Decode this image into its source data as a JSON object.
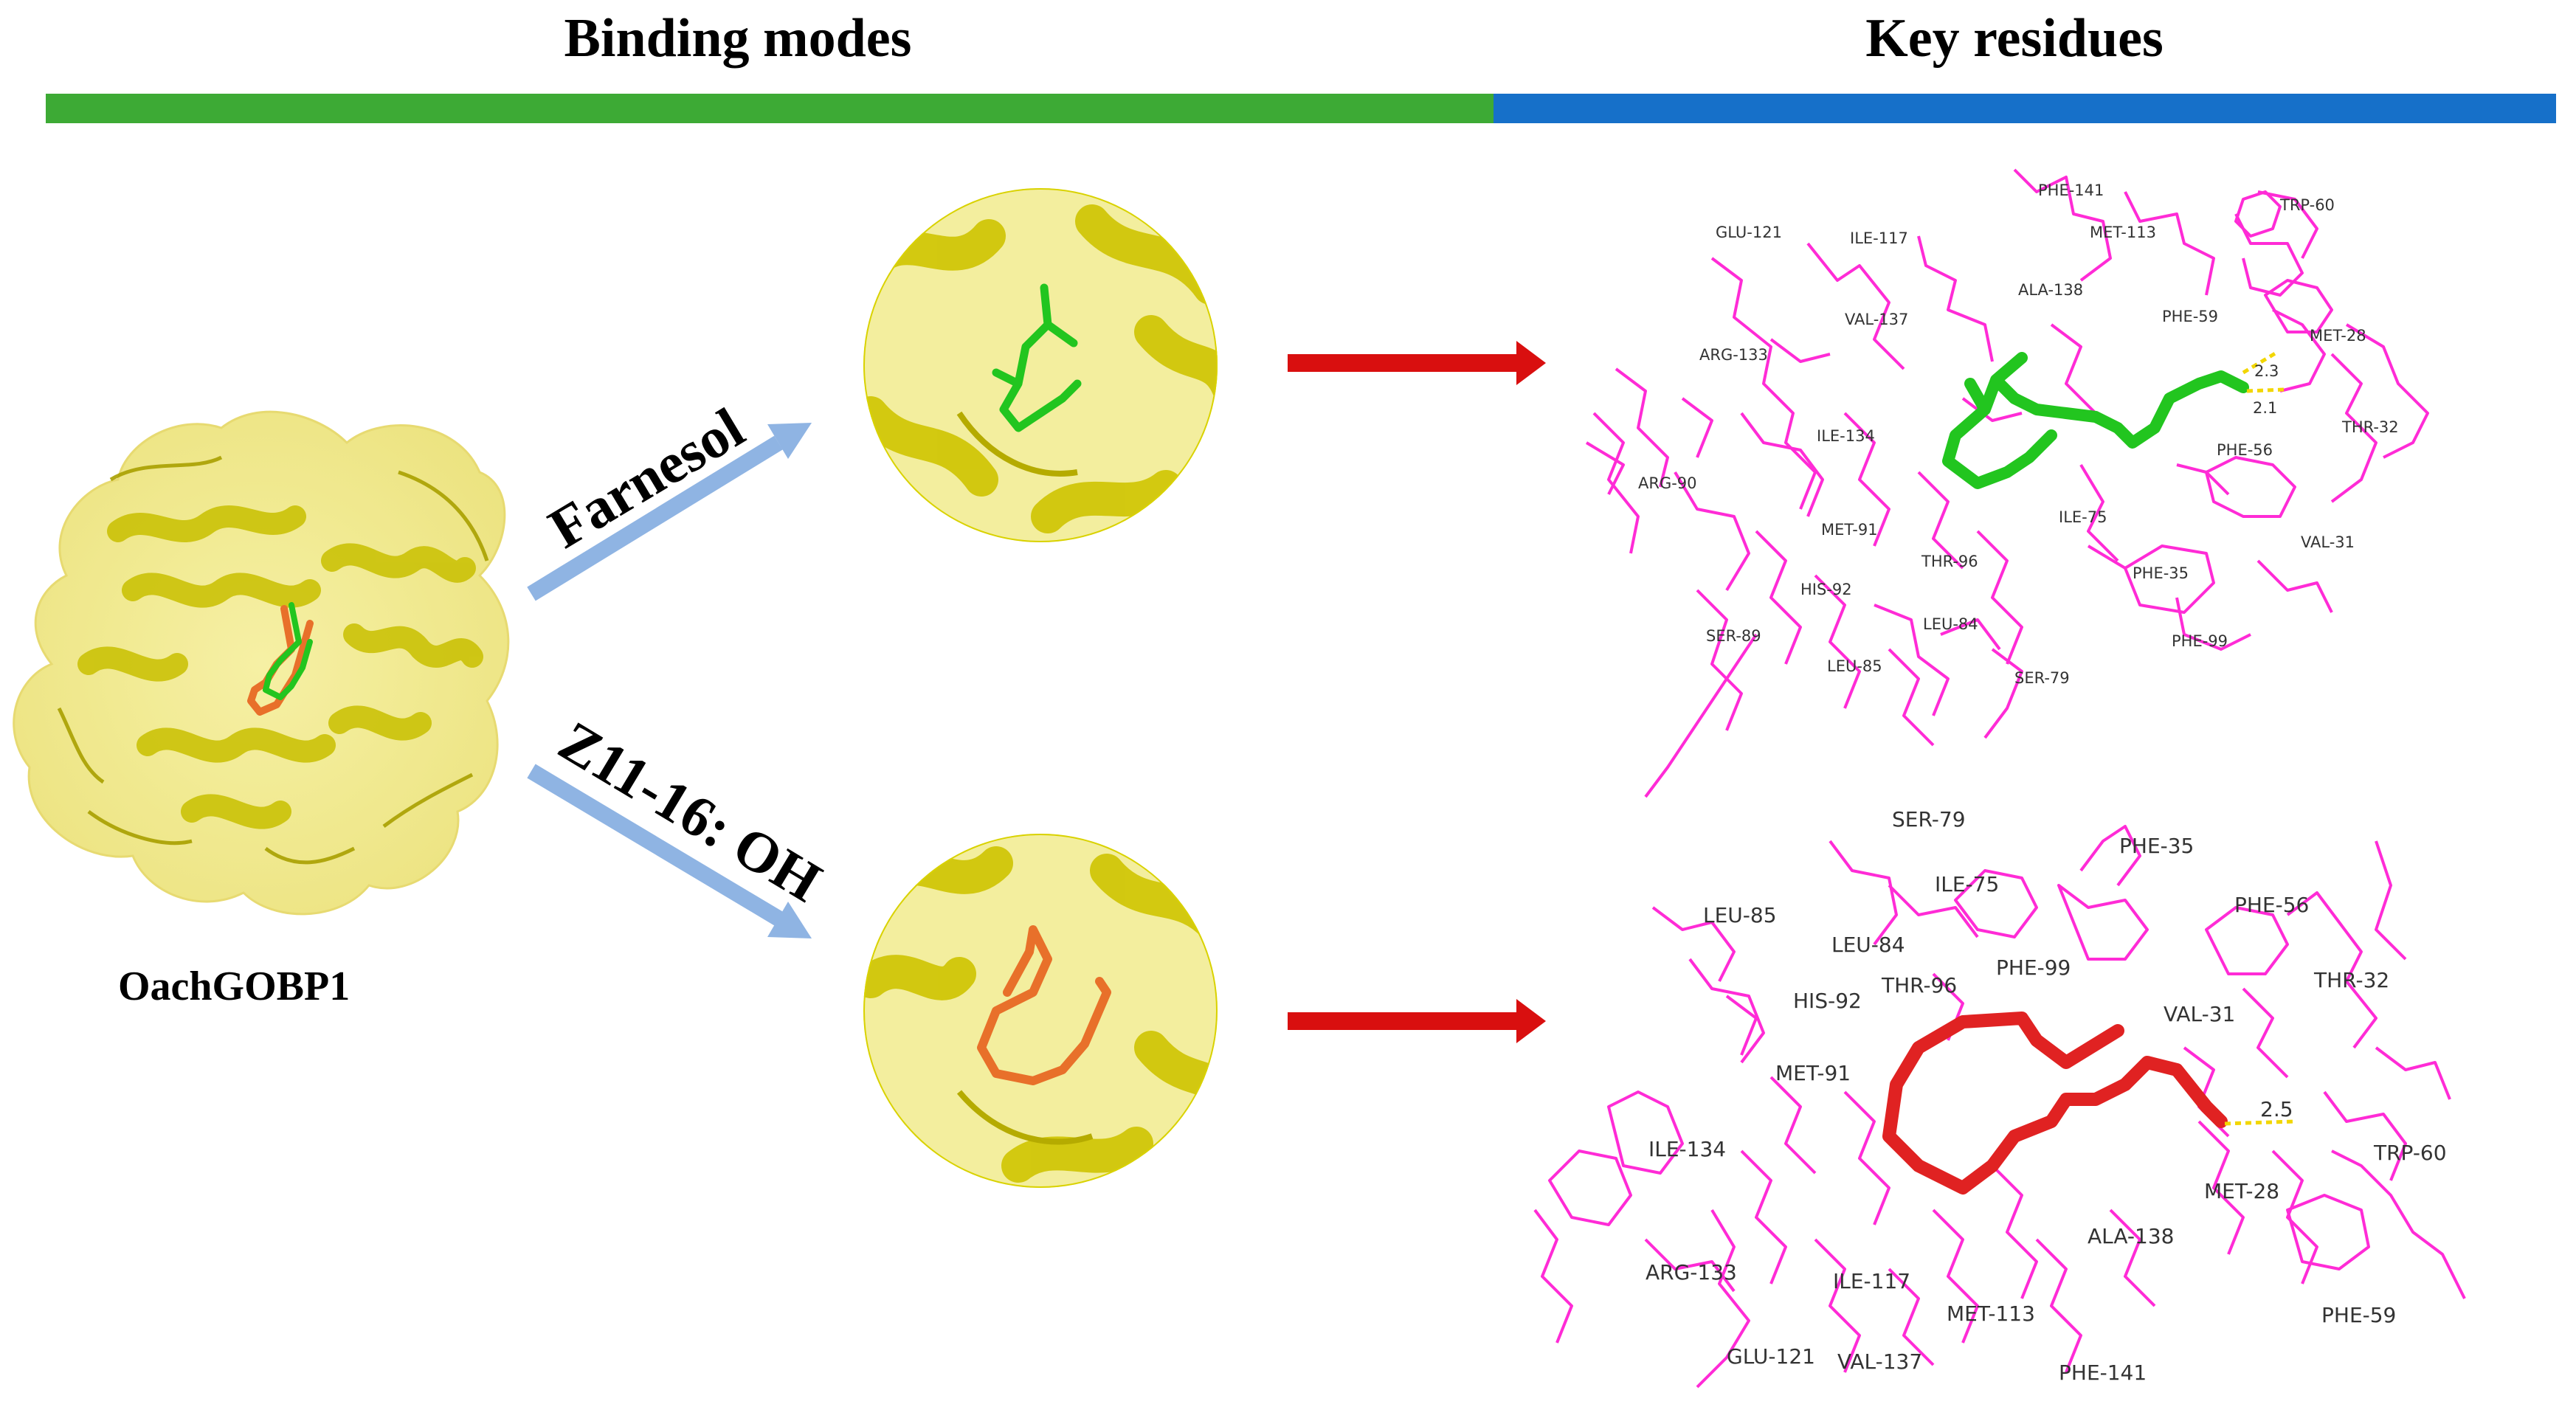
{
  "header": {
    "left_title": "Binding modes",
    "right_title": "Key residues"
  },
  "colors": {
    "green_bar": "#3daa35",
    "blue_bar": "#1670c9",
    "arrow_blue": "#8fb4e3",
    "arrow_red": "#d90f0f",
    "residue_magenta": "#ff2bd6",
    "ligand_green": "#22c51f",
    "ligand_red": "#e02222",
    "ligand_orange": "#e8702a",
    "protein_yellow": "#d9d900",
    "hbond_yellow": "#f2d600"
  },
  "protein": {
    "name": "OachGOBP1"
  },
  "ligands": {
    "top": "Farnesol",
    "bottom": "Z11-16: OH"
  },
  "top_residues": {
    "labels": [
      "GLU-121",
      "ILE-117",
      "PHE-141",
      "MET-113",
      "TRP-60",
      "VAL-137",
      "ALA-138",
      "PHE-59",
      "MET-28",
      "ARG-133",
      "ILE-134",
      "THR-32",
      "PHE-56",
      "ARG-90",
      "MET-91",
      "ILE-75",
      "VAL-31",
      "THR-96",
      "HIS-92",
      "PHE-35",
      "SER-89",
      "LEU-84",
      "PHE-99",
      "LEU-85",
      "SER-79"
    ],
    "hbonds": [
      "2.3",
      "2.1"
    ]
  },
  "bottom_residues": {
    "labels": [
      "SER-79",
      "PHE-35",
      "ILE-75",
      "LEU-85",
      "PHE-56",
      "LEU-84",
      "PHE-99",
      "THR-32",
      "HIS-92",
      "THR-96",
      "VAL-31",
      "MET-91",
      "ILE-134",
      "TRP-60",
      "MET-28",
      "ALA-138",
      "ARG-133",
      "ILE-117",
      "MET-113",
      "PHE-59",
      "GLU-121",
      "VAL-137",
      "PHE-141"
    ],
    "hbonds": [
      "2.5"
    ]
  }
}
